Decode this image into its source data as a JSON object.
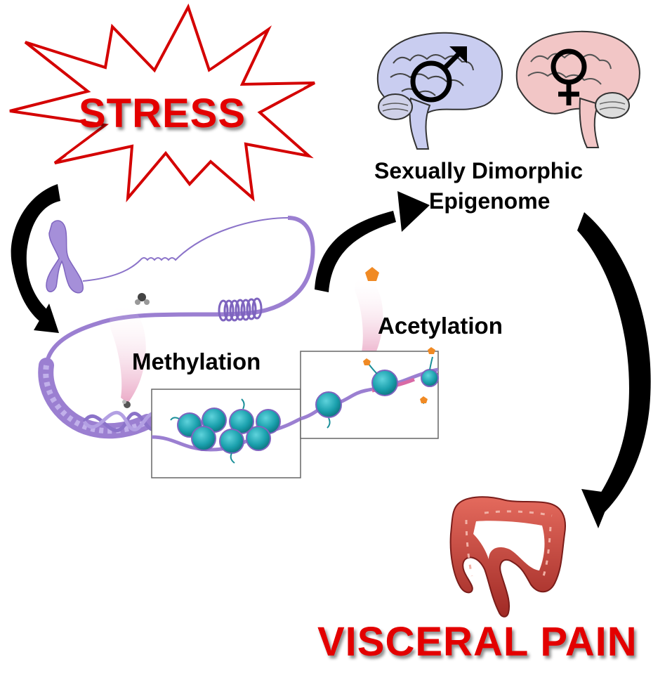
{
  "labels": {
    "stress": "STRESS",
    "visceral_pain": "VISCERAL PAIN",
    "dimorphic_line1": "Sexually Dimorphic",
    "dimorphic_line2": "Epigenome",
    "methylation": "Methylation",
    "acetylation": "Acetylation"
  },
  "icons": {
    "male_brain": "male-brain-icon",
    "female_brain": "female-brain-icon",
    "chromosome": "chromosome-icon",
    "colon": "colon-icon"
  },
  "colors": {
    "stress_red": "#e30000",
    "starburst_stroke": "#d40000",
    "dna_purple": "#9b7fd1",
    "nucleosome_teal": "#1fa5b0",
    "male_brain": "#c9cdf0",
    "female_brain": "#f2c6c6",
    "colon_red": "#c8423a",
    "acetyl_orange": "#f08a24"
  }
}
